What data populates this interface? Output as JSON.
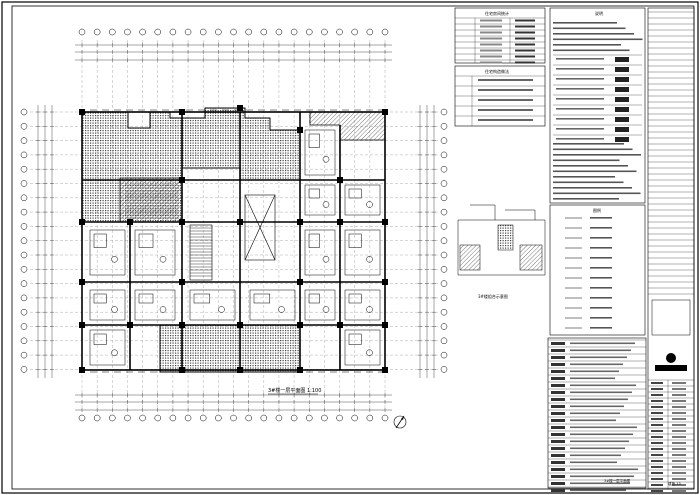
{
  "drawing": {
    "plan_caption": "3#楼一层平面图",
    "plan_scale": "1:100",
    "key_plan_caption": "3#楼组合示意图"
  },
  "tables": {
    "room_list_title": "住宅房间统计",
    "legend_title": "住宅构造做法",
    "notes_title": "说明",
    "symbols_title": "图例"
  },
  "title_block": {
    "drawing_title": "3#楼一层平面图",
    "sheet_no": "建施-13"
  }
}
